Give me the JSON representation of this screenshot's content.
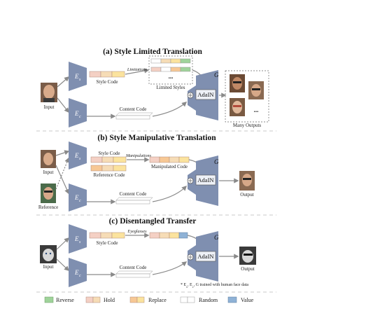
{
  "sections": {
    "a": {
      "title": "(a) Style Limited Translation",
      "input_label": "Input",
      "style_code": "Style Code",
      "content_code": "Content Code",
      "arrow_label": "Limitations",
      "limited_styles": "Limited Styles",
      "adain": "AdaIN",
      "generator": "G",
      "ellipsis": "...",
      "outputs_label": "Many Outputs"
    },
    "b": {
      "title": "(b) Style Manipulative Translation",
      "input_label": "Input",
      "reference_label": "Reference",
      "style_code": "Style Code",
      "reference_code": "Reference Code",
      "arrow_label": "Manipulations",
      "manipulated_code": "Manipulated Code",
      "content_code": "Content Code",
      "adain": "AdaIN",
      "generator": "G",
      "output_label": "Output"
    },
    "c": {
      "title": "(c) Disentangled Transfer",
      "input_label": "Input",
      "style_code": "Style Code",
      "arrow_label": "Eyeglasses",
      "content_code": "Content Code",
      "adain": "AdaIN",
      "generator": "G",
      "output_label": "Output",
      "note": "* E",
      "note_rest": " trained with human face data"
    }
  },
  "encoders": {
    "style": "E",
    "style_sub": "s",
    "content": "E",
    "content_sub": "c"
  },
  "legend": {
    "reverse": "Reverse",
    "hold": "Hold",
    "replace": "Replace",
    "random": "Random",
    "value": "Value"
  },
  "colors": {
    "encoder": "#7f8fb0",
    "generator": "#7f8fb0",
    "adain_fill": "#eef1f7",
    "arrow": "#8a8a8a",
    "divider": "#b8b8b8",
    "code_pink": "#f4d0c4",
    "code_peach": "#f6dcb6",
    "code_orange": "#f7c895",
    "code_yellow": "#fbe39e",
    "code_green": "#9fd39a",
    "code_blue": "#8fb2d6",
    "code_white": "#ffffff"
  }
}
